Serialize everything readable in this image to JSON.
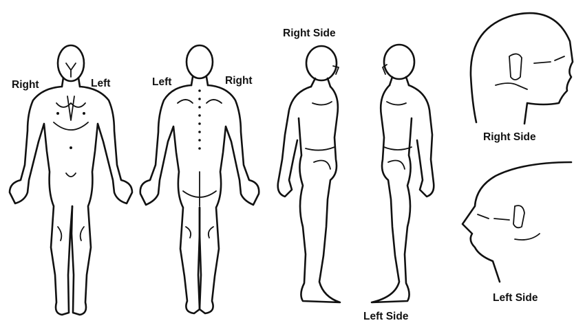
{
  "labels": {
    "front_right": "Right",
    "front_left": "Left",
    "back_left": "Left",
    "back_right": "Right",
    "side_right_top": "Right Side",
    "side_left_bottom": "Left Side",
    "head_right": "Right Side",
    "head_left": "Left Side"
  }
}
